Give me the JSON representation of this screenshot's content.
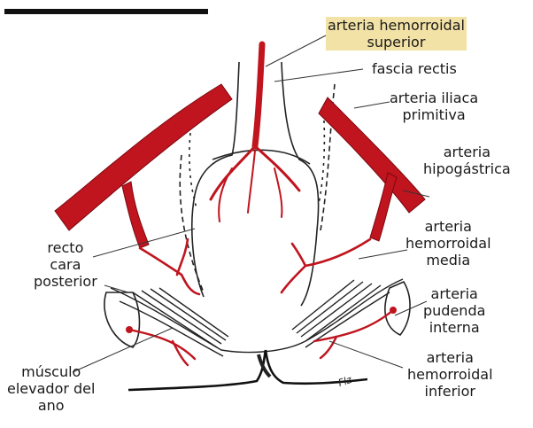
{
  "labels": {
    "arteria_hemorroidal_superior": [
      "arteria hemorroidal",
      "superior"
    ],
    "fascia_rectis": [
      "fascia rectis"
    ],
    "arteria_iliaca_primitiva": [
      "arteria iliaca",
      "primitiva"
    ],
    "arteria_hipogastrica": [
      "arteria",
      "hipogástrica"
    ],
    "recto_cara_posterior": [
      "recto",
      "cara",
      "posterior"
    ],
    "arteria_hemorroidal_media": [
      "arteria",
      "hemorroidal",
      "media"
    ],
    "arteria_pudenda_interna": [
      "arteria",
      "pudenda",
      "interna"
    ],
    "musculo_elevador_del_ano": [
      "músculo",
      "elevador del",
      "ano"
    ],
    "arteria_hemorroidal_inferior": [
      "arteria",
      "hemorroidal",
      "inferior"
    ]
  },
  "signature": "Flz",
  "colors": {
    "artery": "#c0141e",
    "outline": "#1a1a1a",
    "highlight": "#f3e2a6"
  }
}
